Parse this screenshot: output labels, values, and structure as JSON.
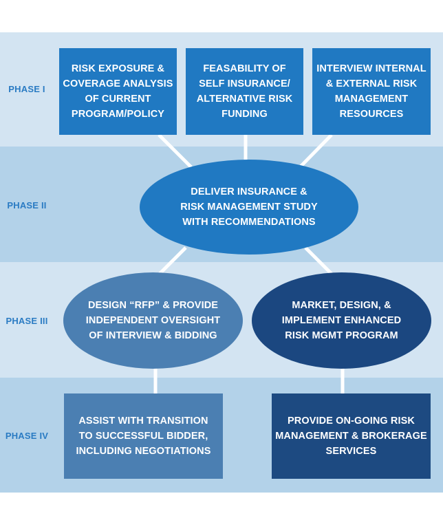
{
  "phases": [
    "PHASE I",
    "PHASE II",
    "PHASE III",
    "PHASE IV"
  ],
  "phase1_boxes": [
    "RISK EXPOSURE &\nCOVERAGE ANALYSIS\nOF CURRENT\nPROGRAM/POLICY",
    "FEASABILITY OF\nSELF INSURANCE/\nALTERNATIVE RISK\nFUNDING",
    "INTERVIEW INTERNAL\n& EXTERNAL RISK\nMANAGEMENT\nRESOURCES"
  ],
  "phase2_oval": "DELIVER INSURANCE &\nRISK MANAGEMENT STUDY\nWITH RECOMMENDATIONS",
  "phase3_ovals": [
    "DESIGN “RFP” & PROVIDE\nINDEPENDENT OVERSIGHT\nOF INTERVIEW & BIDDING",
    "MARKET, DESIGN, &\nIMPLEMENT ENHANCED\nRISK MGMT PROGRAM"
  ],
  "phase4_boxes": [
    "ASSIST WITH TRANSITION\nTO SUCCESSFUL BIDDER,\nINCLUDING NEGOTIATIONS",
    "PROVIDE ON-GOING RISK\nMANAGEMENT & BROKERAGE\nSERVICES"
  ],
  "colors": {
    "band_light": "#d3e4f2",
    "band_dark": "#b3d2e9",
    "phase_label": "#2a7bc3",
    "primary_blue": "#2079c2",
    "steel_blue": "#4b7fb2",
    "navy": "#1b4780",
    "connector": "#ffffff"
  }
}
